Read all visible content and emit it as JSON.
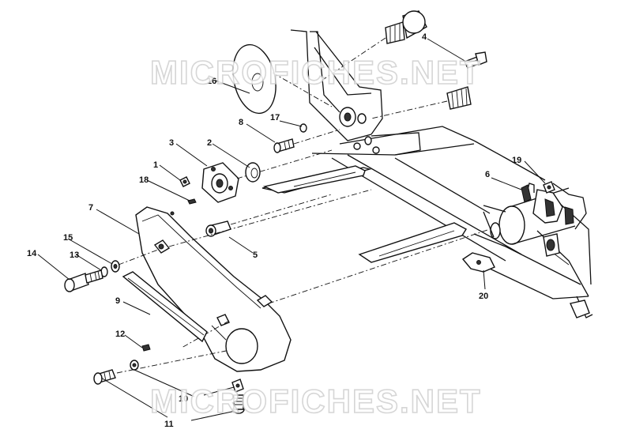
{
  "watermark": {
    "text": "MICROFICHES.NET"
  },
  "callouts": [
    {
      "id": "c1",
      "label": "1"
    },
    {
      "id": "c2",
      "label": "2"
    },
    {
      "id": "c3",
      "label": "3"
    },
    {
      "id": "c4",
      "label": "4"
    },
    {
      "id": "c5",
      "label": "5"
    },
    {
      "id": "c6",
      "label": "6"
    },
    {
      "id": "c7",
      "label": "7"
    },
    {
      "id": "c8",
      "label": "8"
    },
    {
      "id": "c9",
      "label": "9"
    },
    {
      "id": "c10",
      "label": "10"
    },
    {
      "id": "c11",
      "label": "11"
    },
    {
      "id": "c12",
      "label": "12"
    },
    {
      "id": "c13",
      "label": "13"
    },
    {
      "id": "c14",
      "label": "14"
    },
    {
      "id": "c15",
      "label": "15"
    },
    {
      "id": "c16",
      "label": "16"
    },
    {
      "id": "c17",
      "label": "17"
    },
    {
      "id": "c18",
      "label": "18"
    },
    {
      "id": "c19",
      "label": "19"
    },
    {
      "id": "c20",
      "label": "20"
    }
  ]
}
